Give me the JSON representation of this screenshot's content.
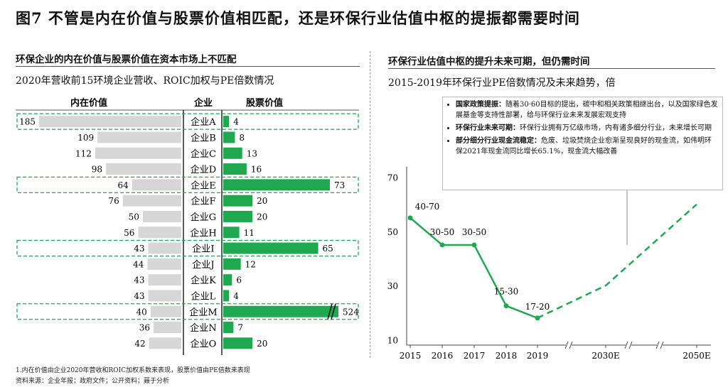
{
  "title": "图7 不管是内在价值与股票价值相匹配，还是环保行业估值中枢的提振都需要时间",
  "left": {
    "section_title": "环保企业的内在价值与股票价值在资本市场上不匹配",
    "subtitle": "2020年营收前15环境企业营收、ROIC加权与PE倍数情况"
  },
  "right": {
    "section_title": "环保行业估值中枢的提升未来可期，但仍需时间",
    "subtitle": "2015-2019年环保行业PE倍数情况及未来趋势，倍",
    "annotations": [
      {
        "bold": "国家政策提振：",
        "text": "随着30·60目标的提出，碳中和相关政策相继出台，以及国家绿色发展基金等支持性部署，给与环保行业未来发展宏观支持"
      },
      {
        "bold": "环保行业未来可期：",
        "text": "环保行业拥有万亿级市场，内有诸多细分行业，未来增长可期"
      },
      {
        "bold": "部分细分行业现金流稳定：",
        "text": "危废、垃圾焚烧企业愈渐呈现良好的现金流，如伟明环保2021年现金流同比增长65.1%，现金流大幅改善"
      }
    ]
  },
  "footnote": "1.内在价值由企业2020年营收和ROIC加权系数来表现，股票价值由PE倍数来表现",
  "source": "资料来源：企业年报；政府文件；公开资料；聂于分析",
  "colors": {
    "accent": "#1fa84f",
    "gray_bar": "#d6d6d6",
    "dashed_box": "#1fa84f",
    "line": "#1fa84f"
  },
  "chart_data": [
    {
      "type": "bar",
      "orientation": "horizontal-diverging",
      "column_headers": [
        "内在价值",
        "企业",
        "股票价值"
      ],
      "categories": [
        "企业A",
        "企业B",
        "企业C",
        "企业D",
        "企业E",
        "企业F",
        "企业G",
        "企业H",
        "企业I",
        "企业J",
        "企业K",
        "企业L",
        "企业M",
        "企业N",
        "企业O"
      ],
      "series": [
        {
          "name": "内在价值",
          "values": [
            185,
            109,
            112,
            98,
            64,
            76,
            50,
            56,
            43,
            44,
            43,
            43,
            40,
            36,
            42
          ]
        },
        {
          "name": "股票价值",
          "values": [
            4,
            8,
            13,
            16,
            73,
            20,
            20,
            11,
            65,
            12,
            6,
            4,
            524,
            7,
            20
          ]
        }
      ],
      "highlighted": [
        "企业A",
        "企业E",
        "企业I",
        "企业M"
      ],
      "broken_bar": "企业M"
    },
    {
      "type": "line",
      "x": [
        "2015",
        "2016",
        "2017",
        "2018",
        "2019",
        "2030E",
        "2050E"
      ],
      "series": [
        {
          "values": [
            55,
            45,
            45,
            22.5,
            18
          ],
          "labels": [
            "40-70",
            "30-50",
            "30-50",
            "15-30",
            "17-20"
          ],
          "style": "solid"
        },
        {
          "x": [
            "2019",
            "2030E",
            "2050E"
          ],
          "values": [
            18,
            30,
            60
          ],
          "style": "dashed"
        }
      ],
      "yticks": [
        10,
        30,
        50,
        70
      ],
      "ylim": [
        8,
        72
      ],
      "axis_break_after": "2019"
    }
  ]
}
